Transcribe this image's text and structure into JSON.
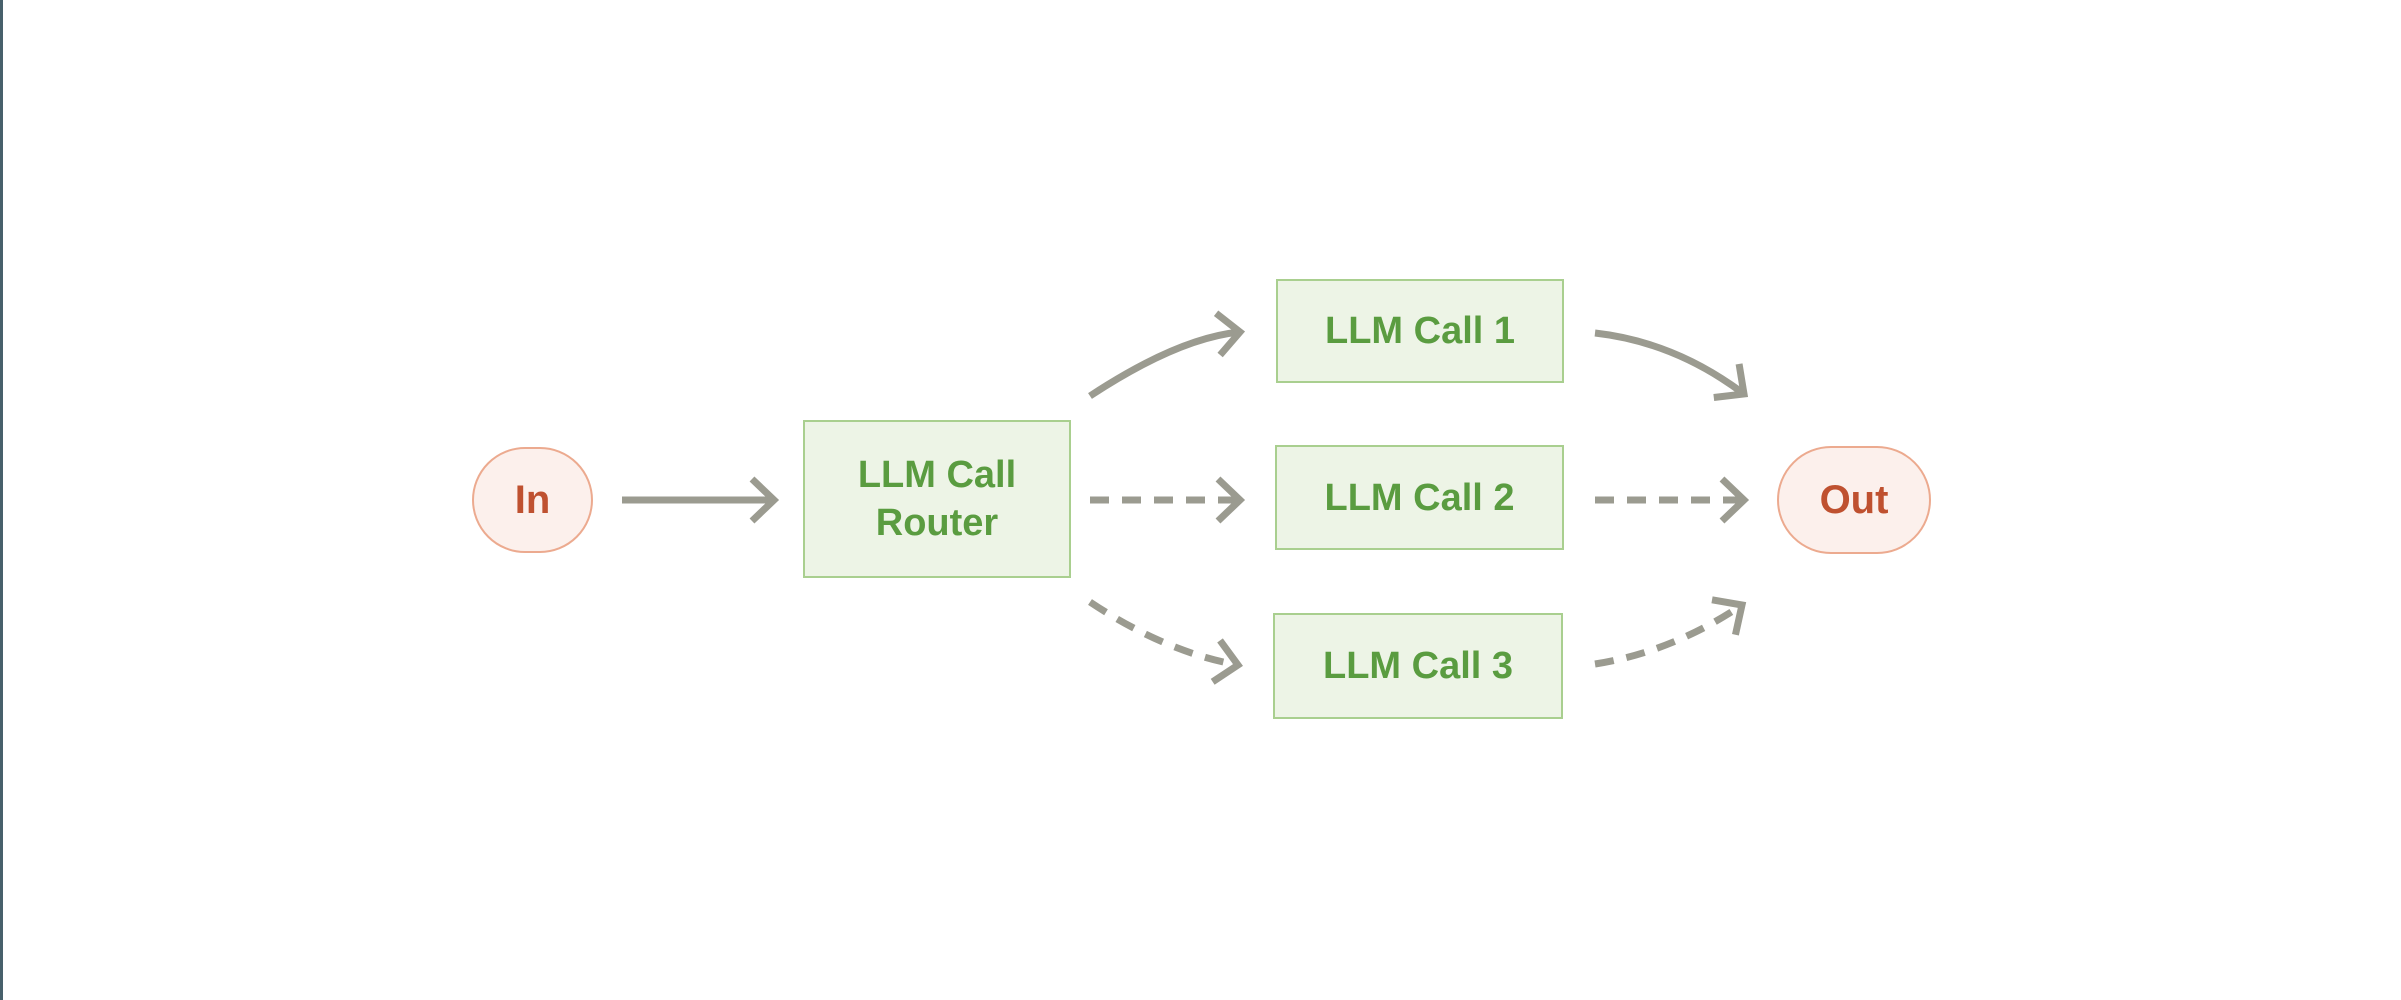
{
  "diagram": {
    "nodes": [
      {
        "id": "in",
        "label": "In",
        "type": "terminal"
      },
      {
        "id": "router",
        "label": "LLM Call Router",
        "type": "process"
      },
      {
        "id": "call1",
        "label": "LLM Call 1",
        "type": "process"
      },
      {
        "id": "call2",
        "label": "LLM Call 2",
        "type": "process"
      },
      {
        "id": "call3",
        "label": "LLM Call 3",
        "type": "process"
      },
      {
        "id": "out",
        "label": "Out",
        "type": "terminal"
      }
    ],
    "edges": [
      {
        "from": "in",
        "to": "router",
        "style": "solid"
      },
      {
        "from": "router",
        "to": "call1",
        "style": "solid"
      },
      {
        "from": "router",
        "to": "call2",
        "style": "dashed"
      },
      {
        "from": "router",
        "to": "call3",
        "style": "dashed"
      },
      {
        "from": "call1",
        "to": "out",
        "style": "solid"
      },
      {
        "from": "call2",
        "to": "out",
        "style": "dashed"
      },
      {
        "from": "call3",
        "to": "out",
        "style": "dashed"
      }
    ]
  },
  "theme": {
    "background": "#ffffff",
    "edge-accent": "#47606b",
    "arrow-color": "#9b9b90",
    "green-fill": "#edf4e6",
    "green-border": "#a9cf8f",
    "green-text": "#5a9c40",
    "pink-fill": "#fcf0ec",
    "pink-border": "#ecaa8f",
    "red-text": "#bf5130"
  }
}
